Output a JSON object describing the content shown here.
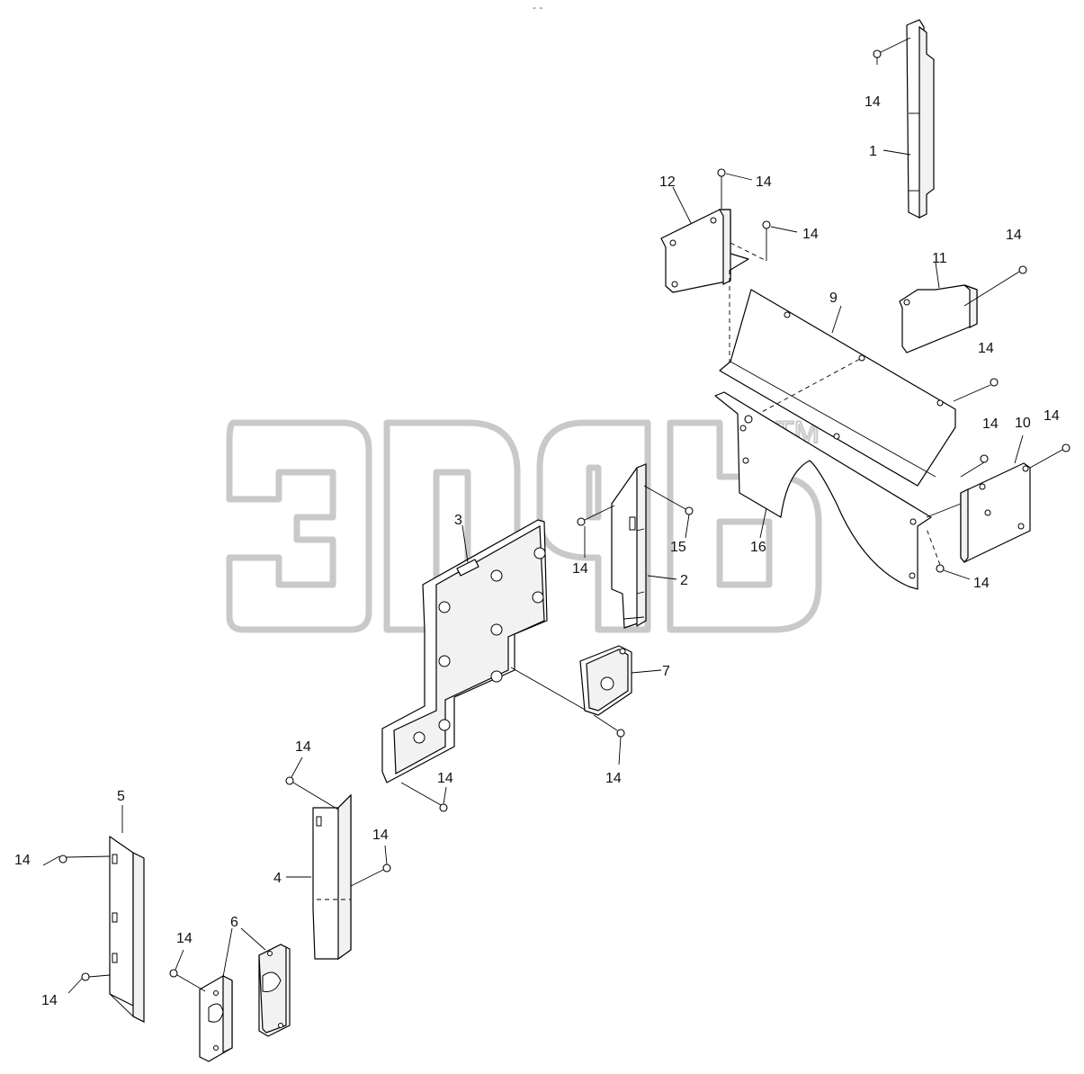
{
  "diagram": {
    "top_mark": "- -",
    "watermark": {
      "trademark": "TM"
    },
    "callouts": {
      "p1": "1",
      "p2": "2",
      "p3": "3",
      "p4": "4",
      "p5": "5",
      "p6": "6",
      "p7": "7",
      "p9": "9",
      "p10": "10",
      "p11": "11",
      "p12": "12",
      "p15": "15",
      "p16": "16",
      "screw": "14"
    }
  }
}
